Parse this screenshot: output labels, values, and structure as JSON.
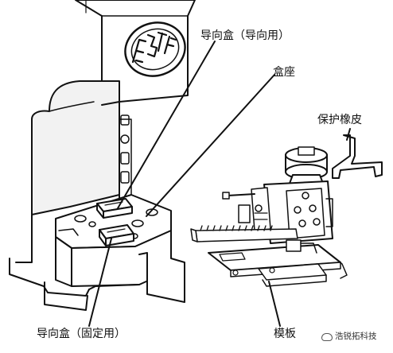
{
  "diagram": {
    "labels": {
      "guide_box_guiding": "导向盒（导向用）",
      "box_seat": "盒座",
      "protective_rubber": "保护橡皮",
      "guide_box_fixed": "导向盒（固定用）",
      "template": "模板"
    },
    "watermark": "浩锐拓科技",
    "colors": {
      "line": "#111111",
      "paper": "#ffffff",
      "panel_fill": "#f2f2f2"
    }
  }
}
